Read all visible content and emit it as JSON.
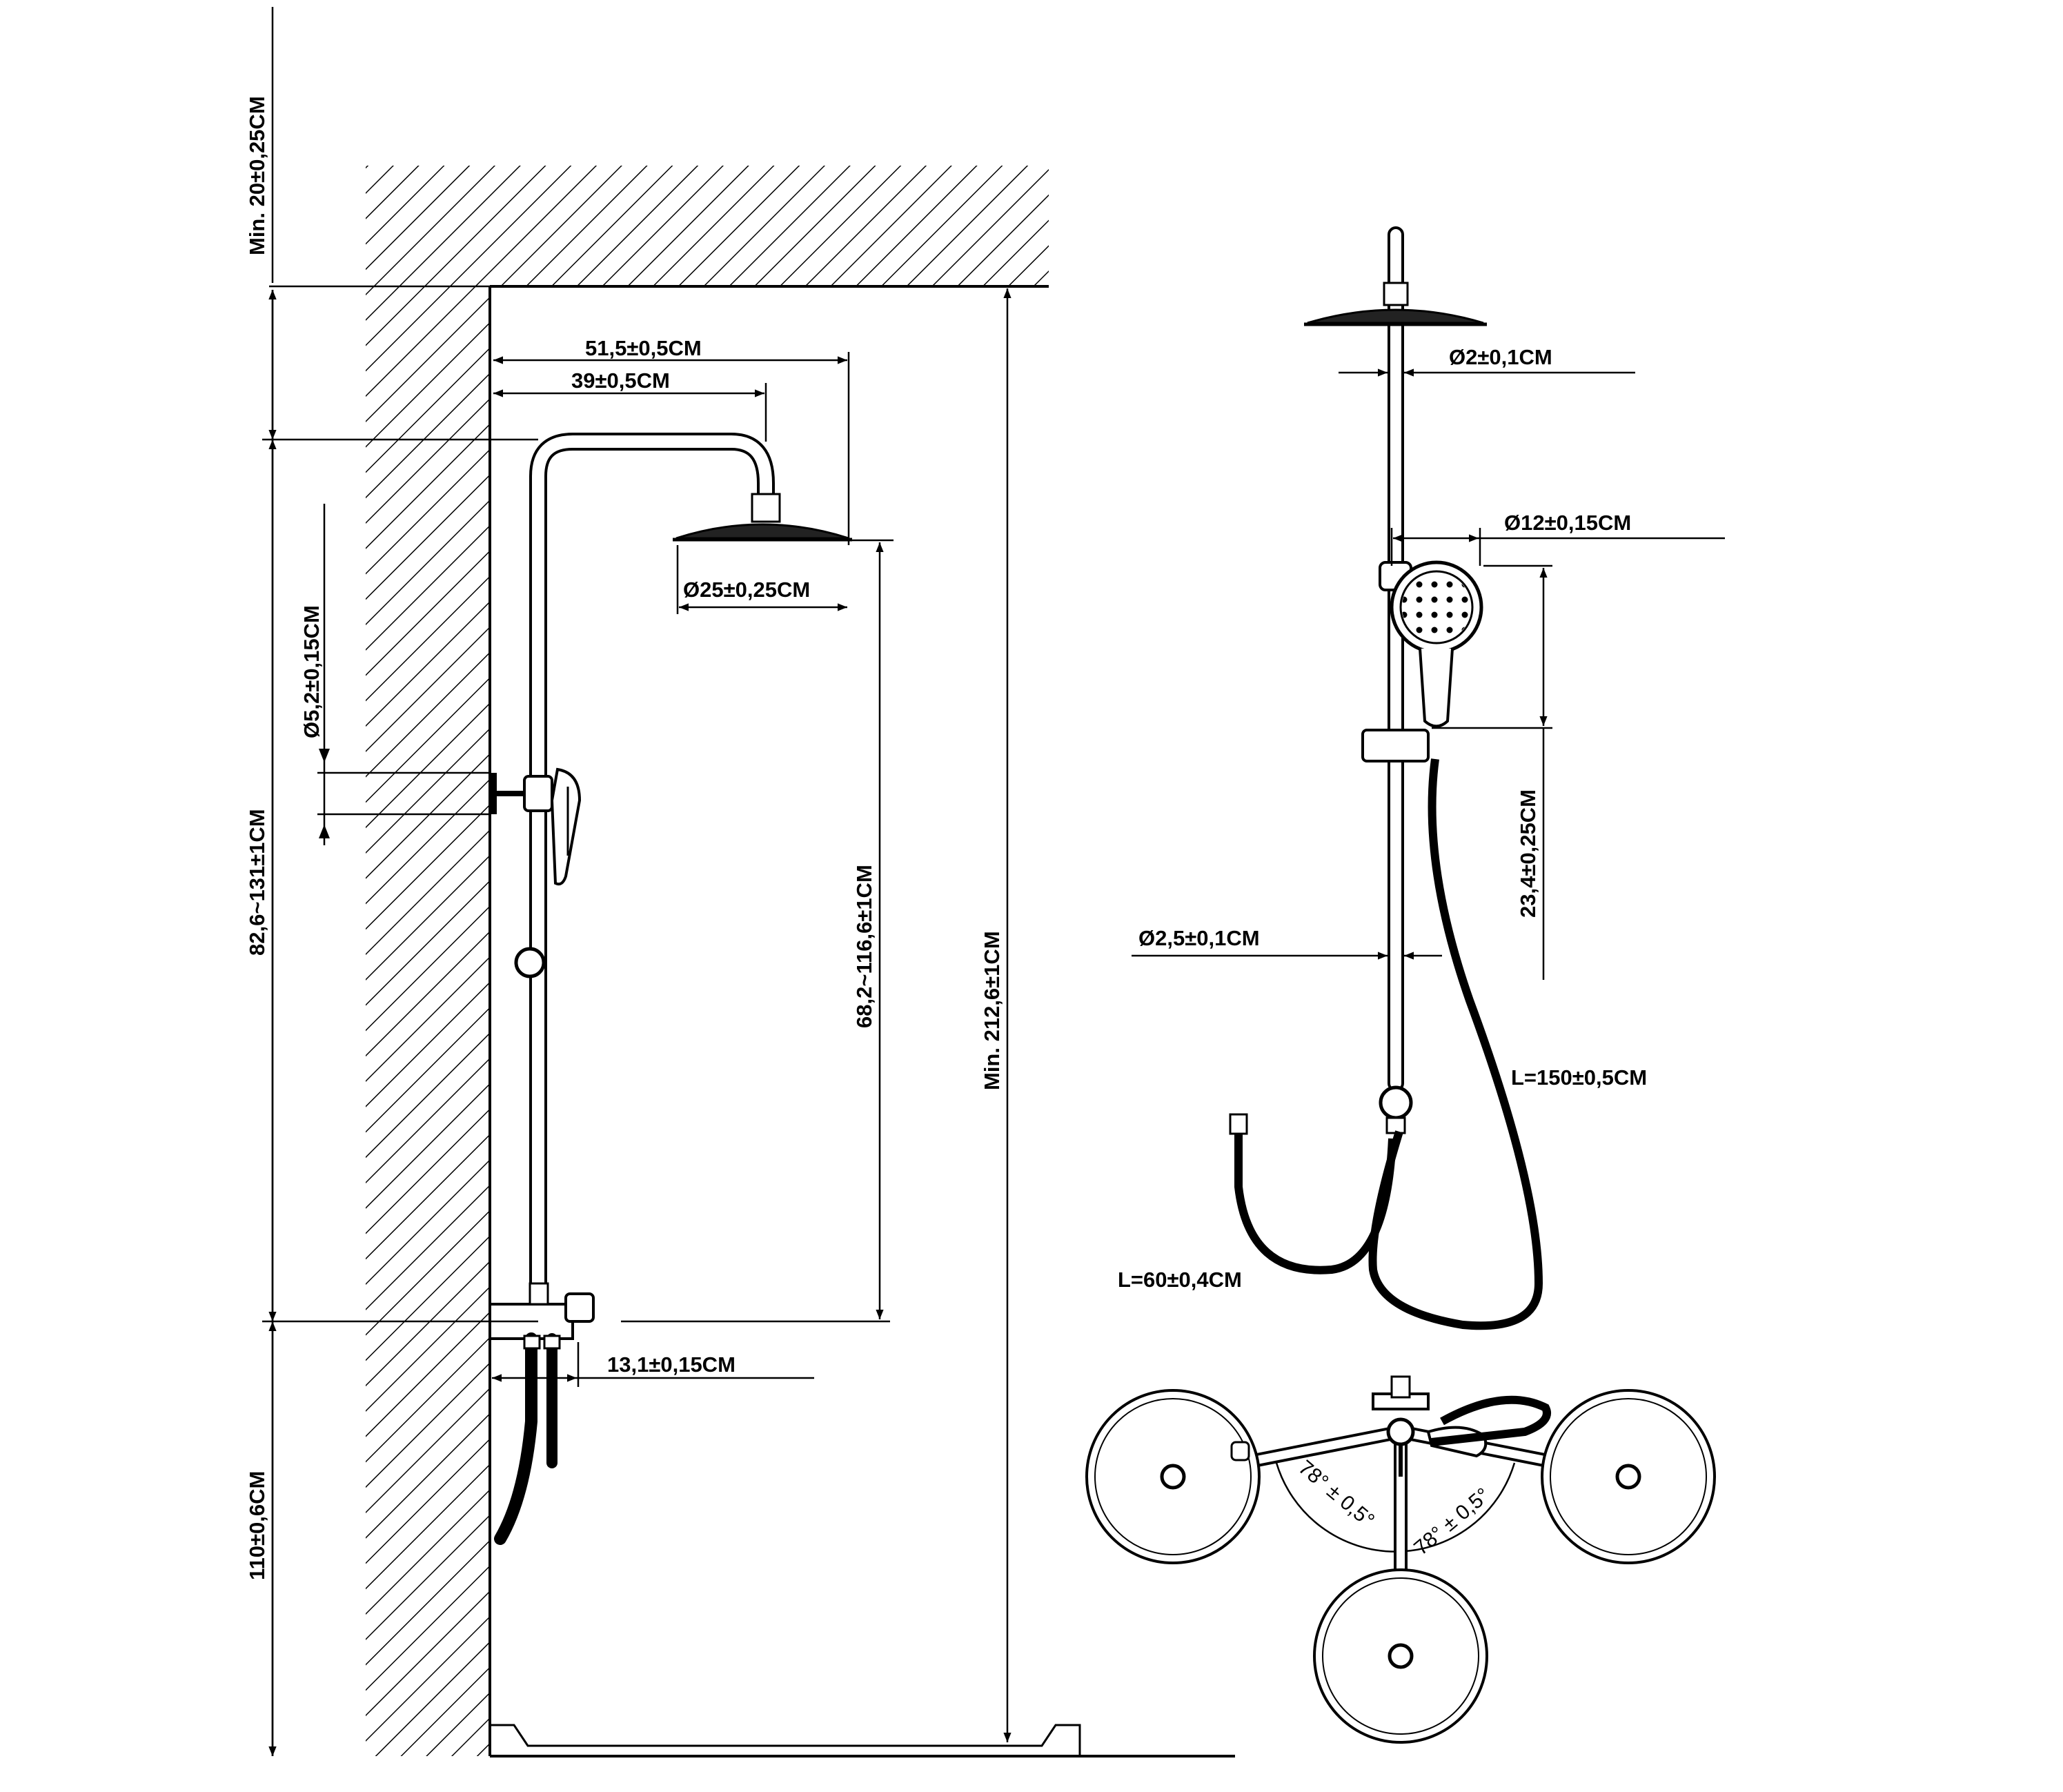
{
  "side_view": {
    "dims": {
      "ceiling_clearance": "Min. 20±0,25CM",
      "top_section": "82,6~131±1CM",
      "bottom_section": "110±0,6CM",
      "arm_length": "51,5±0,5CM",
      "arm_reach": "39±0,5CM",
      "wall_bracket_diameter": "Ø5,2±0,15CM",
      "head_diameter": "Ø25±0,25CM",
      "riser_height": "68,2~116,6±1CM",
      "total_height": "Min. 212,6±1CM",
      "valve_offset": "13,1±0,15CM"
    }
  },
  "front_view": {
    "dims": {
      "upper_pipe_diameter": "Ø2±0,1CM",
      "hand_shower_diameter": "Ø12±0,15CM",
      "slide_range": "23,4±0,25CM",
      "lower_pipe_diameter": "Ø2,5±0,1CM",
      "hand_hose_length": "L=150±0,5CM",
      "connect_hose_length": "L=60±0,4CM"
    }
  },
  "top_view": {
    "angle_left": "78° ± 0,5°",
    "angle_right": "78° ± 0,5°"
  },
  "colors": {
    "line": "#000000",
    "background": "#ffffff"
  }
}
